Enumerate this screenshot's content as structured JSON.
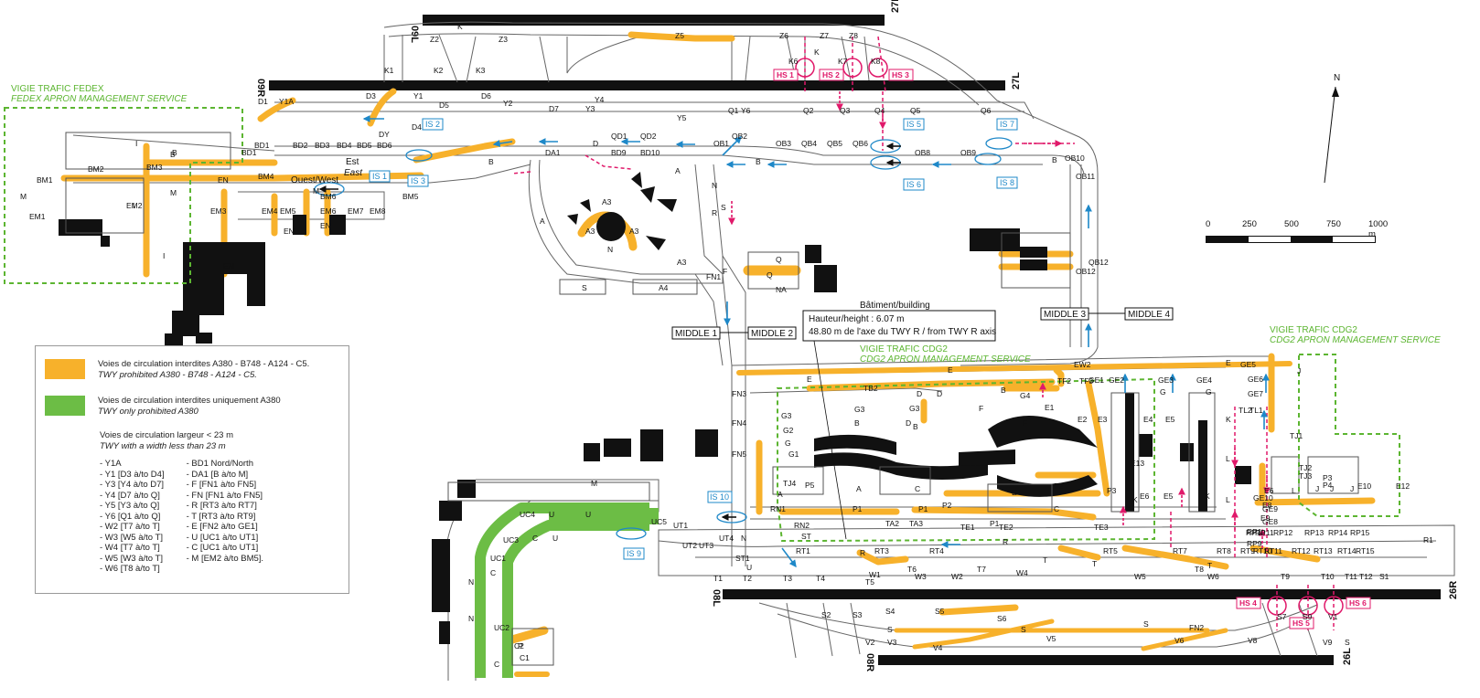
{
  "colors": {
    "prohibited_a380_b748": "#f7b12b",
    "prohibited_a380_only": "#6cbd45",
    "hotspot": "#e0196a",
    "intersection_sign": "#1e88c8",
    "apron_service": "#5cb531",
    "runway": "#111111",
    "taxiway_outline": "#555555"
  },
  "runways": {
    "r09r": "09R",
    "r27l": "27L",
    "r09l": "09L",
    "r27r": "27R",
    "r08l": "08L",
    "r26r": "26R",
    "r08r": "08R",
    "r26l": "26L"
  },
  "north": "N",
  "scale": {
    "ticks": [
      "0",
      "250",
      "500",
      "750",
      "1000 m"
    ]
  },
  "vigie": {
    "fedex_fr": "VIGIE TRAFIC FEDEX",
    "fedex_en": "FEDEX APRON MANAGEMENT SERVICE",
    "cdg2_left_fr": "VIGIE TRAFIC CDG2",
    "cdg2_left_en": "CDG2 APRON MANAGEMENT SERVICE",
    "cdg2_right_fr": "VIGIE TRAFIC CDG2",
    "cdg2_right_en": "CDG2 APRON MANAGEMENT SERVICE"
  },
  "building": {
    "title": "Bâtiment/building",
    "height": "Hauteur/height : 6.07 m",
    "distance": "48.80 m de l'axe du TWY R / from TWY R axis"
  },
  "middles": {
    "m1": "MIDDLE 1",
    "m2": "MIDDLE 2",
    "m3": "MIDDLE 3",
    "m4": "MIDDLE 4"
  },
  "hotspots": [
    "HS 1",
    "HS 2",
    "HS 3",
    "HS 4",
    "HS 5",
    "HS 6"
  ],
  "intersections": [
    "IS 1",
    "IS 2",
    "IS 3",
    "IS 5",
    "IS 6",
    "IS 7",
    "IS 8",
    "IS 9",
    "IS 10"
  ],
  "directions": {
    "ouest": "Ouest/West",
    "est": "Est",
    "east": "East"
  },
  "legend": {
    "orange_fr": "Voies de circulation interdites A380 - B748 - A124 - C5.",
    "orange_en": "TWY prohibited A380 - B748 - A124 - C5.",
    "green_fr": "Voies de circulation interdites uniquement A380",
    "green_en": "TWY only prohibited A380",
    "narrow_fr": "Voies de circulation largeur < 23 m",
    "narrow_en": "TWY with a width less than 23 m",
    "col1": [
      "- Y1A",
      "- Y1 [D3 à/to D4]",
      "- Y3 [Y4 à/to D7]",
      "- Y4 [D7 à/to Q]",
      "- Y5 [Y3 à/to Q]",
      "- Y6 [Q1 à/to Q]",
      "- W2 [T7 à/to T]",
      "- W3 [W5 à/to T]",
      "- W4 [T7 à/to T]",
      "- W5 [W3 à/to T]",
      "- W6 [T8 à/to T]"
    ],
    "col2": [
      "- BD1 Nord/North",
      "- DA1 [B à/to M]",
      "- F [FN1 à/to FN5]",
      "- FN [FN1 à/to FN5]",
      "- R [RT3 à/to RT7]",
      "- T [RT3 à/to RT9]",
      "- E [FN2 à/to GE1]",
      "- U [UC1 à/to UT1]",
      "- C [UC1 à/to UT1]",
      "- M [EM2 à/to BM5]."
    ]
  },
  "labels": {
    "north_twy": [
      "Z2",
      "Z3",
      "Z5",
      "Z6",
      "Z7",
      "Z8",
      "K",
      "K",
      "K1",
      "K2",
      "K3",
      "K6",
      "K7",
      "K8",
      "D1",
      "D3",
      "D5",
      "D6",
      "D7",
      "D4",
      "Y1",
      "Y1A",
      "Y2",
      "Y3",
      "Y4",
      "Y5",
      "Y6",
      "Q1",
      "Q2",
      "Q3",
      "Q4",
      "Q5",
      "Q6"
    ],
    "north_mid": [
      "BD1",
      "BD2",
      "BD3",
      "BD4",
      "BD5",
      "BD6",
      "DY",
      "D",
      "DA1",
      "QD1",
      "QD2",
      "BD9",
      "BD10",
      "OB1",
      "OB2",
      "OB3",
      "QB4",
      "QB5",
      "QB6",
      "OB8",
      "OB9",
      "OB10",
      "OB11",
      "OB12",
      "QB12",
      "B",
      "B",
      "B",
      "B",
      "A",
      "A",
      "A3",
      "A3",
      "A3",
      "A3",
      "N",
      "N",
      "R",
      "S",
      "S",
      "A4",
      "Q",
      "Q",
      "NA",
      "FN1",
      "F"
    ],
    "fedex": [
      "I",
      "I",
      "I",
      "B",
      "BM1",
      "BM2",
      "BM3",
      "BM4",
      "BM5",
      "BM6",
      "EM1",
      "EM2",
      "EM3",
      "EM4",
      "EM5",
      "EM6",
      "EM7",
      "EM8",
      "EN",
      "EN",
      "EN",
      "EN",
      "M",
      "M",
      "M",
      "BD1"
    ],
    "cdg2": [
      "E",
      "E",
      "E",
      "TB2",
      "TF2",
      "TF3",
      "G4",
      "GE1",
      "GE2",
      "GE3",
      "GE4",
      "G",
      "G",
      "G3",
      "G3",
      "G3",
      "G2",
      "G",
      "G1",
      "D",
      "D",
      "D",
      "B",
      "B",
      "B",
      "F",
      "F",
      "E1",
      "E2",
      "E3",
      "E4",
      "E5",
      "E6",
      "E5",
      "E6",
      "E8",
      "E9",
      "E10",
      "E12",
      "E13",
      "K",
      "K",
      "K",
      "L",
      "L",
      "L",
      "J",
      "J",
      "J",
      "J",
      "TJ1",
      "TJ2",
      "TJ3",
      "TJ4",
      "P1",
      "P1",
      "P1",
      "P2",
      "P2",
      "P3",
      "P3",
      "P4",
      "P5",
      "A",
      "A",
      "C",
      "C",
      "E",
      "TE1",
      "TE2",
      "TE3",
      "TA2",
      "TA3",
      "R",
      "R",
      "RT1",
      "RT3",
      "RT4",
      "RT5",
      "RT7",
      "RT8",
      "RT9",
      "RT10",
      "RT11",
      "RT12",
      "RT13",
      "RT14",
      "RT15",
      "RP1",
      "RP9",
      "RP10",
      "RP11",
      "RP12",
      "RP13",
      "RP14",
      "RP15",
      "R1",
      "W1",
      "W2",
      "W3",
      "W4",
      "W5",
      "W6",
      "T",
      "T",
      "T",
      "T1",
      "T2",
      "T3",
      "T4",
      "T5",
      "T6",
      "T7",
      "T8",
      "T9",
      "T10",
      "T11",
      "T12",
      "S1",
      "S2",
      "S3",
      "S4",
      "S5",
      "S6",
      "S7",
      "S9",
      "V1",
      "V2",
      "V3",
      "V4",
      "V5",
      "V6",
      "V8",
      "V9",
      "S",
      "S",
      "S",
      "S",
      "FN2",
      "FN3",
      "FN4",
      "FN5",
      "RN1",
      "RN2",
      "ST",
      "ST1",
      "U",
      "U",
      "U",
      "U",
      "UC1",
      "UC2",
      "UC3",
      "UC4",
      "UC5",
      "UT1",
      "UT2",
      "UT3",
      "UT4",
      "C",
      "C",
      "C",
      "C1",
      "C2",
      "P",
      "N",
      "N",
      "N",
      "M",
      "EW2",
      "GE8",
      "GE9",
      "GE10",
      "GE5",
      "GE6",
      "GE7",
      "TL1",
      "TL2"
    ]
  }
}
